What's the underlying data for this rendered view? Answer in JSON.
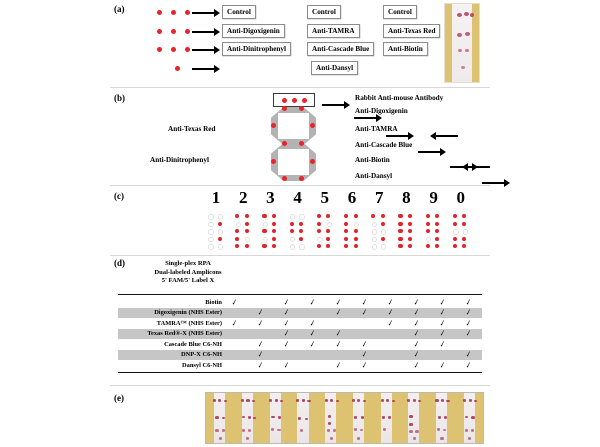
{
  "figure": {
    "panels": [
      "a",
      "b",
      "c",
      "d",
      "e"
    ]
  },
  "panel_a": {
    "label": "(a)",
    "dot_rows": [
      3,
      3,
      3,
      1
    ],
    "column1": [
      "Control",
      "Anti-Digoxigenin",
      "Anti-Dinitrophenyl"
    ],
    "column2": [
      "Control",
      "Anti-TAMRA",
      "Anti-Cascade Blue",
      "Anti-Dansyl"
    ],
    "column3": [
      "Control",
      "Anti-Texas Red",
      "Anti-Biotin"
    ],
    "strip_caption": ""
  },
  "panel_b": {
    "label": "(b)",
    "top_box_dots": 3,
    "right_labels": [
      "Rabbit Anti-mouse Antibody",
      "Anti-Digoxigenin",
      "Anti-TAMRA",
      "Anti-Cascade Blue",
      "Anti-Biotin",
      "Anti-Dansyl"
    ],
    "left_labels": [
      "Anti-Texas Red",
      "Anti-Dinitrophenyl"
    ]
  },
  "panel_c": {
    "label": "(c)",
    "digits": [
      "1",
      "2",
      "3",
      "4",
      "5",
      "6",
      "7",
      "8",
      "9",
      "0"
    ],
    "segment_names": [
      "top",
      "top-left",
      "top-right",
      "middle",
      "bottom-left",
      "bottom-right",
      "bottom"
    ],
    "segment_map": {
      "1": [
        "top-right",
        "bottom-right"
      ],
      "2": [
        "top",
        "top-right",
        "middle",
        "bottom-left",
        "bottom"
      ],
      "3": [
        "top",
        "top-right",
        "middle",
        "bottom-right",
        "bottom"
      ],
      "4": [
        "top-left",
        "top-right",
        "middle",
        "bottom-right"
      ],
      "5": [
        "top",
        "top-left",
        "middle",
        "bottom-right",
        "bottom"
      ],
      "6": [
        "top",
        "top-left",
        "middle",
        "bottom-left",
        "bottom-right",
        "bottom"
      ],
      "7": [
        "top",
        "top-right",
        "bottom-right"
      ],
      "8": [
        "top",
        "top-left",
        "top-right",
        "middle",
        "bottom-left",
        "bottom-right",
        "bottom"
      ],
      "9": [
        "top",
        "top-left",
        "top-right",
        "middle",
        "bottom-right",
        "bottom"
      ],
      "0": [
        "top",
        "top-left",
        "top-right",
        "bottom-left",
        "bottom-right",
        "bottom"
      ]
    }
  },
  "panel_d": {
    "label": "(d)",
    "header_lines": [
      "Single-plex RPA",
      "Dual-labeled Amplicons",
      "5' FAM/5' Label X"
    ],
    "check_glyph": "✓",
    "columns": [
      "1",
      "2",
      "3",
      "4",
      "5",
      "6",
      "7",
      "8",
      "9",
      "10"
    ],
    "rows": [
      {
        "label": "Biotin",
        "shaded": false,
        "checks": [
          1,
          0,
          1,
          1,
          1,
          1,
          1,
          1,
          1,
          1
        ]
      },
      {
        "label": "Digoxigenin (NHS Ester)",
        "shaded": true,
        "checks": [
          0,
          1,
          1,
          0,
          1,
          1,
          1,
          1,
          1,
          1
        ]
      },
      {
        "label": "TAMRA™ (NHS Ester)",
        "shaded": false,
        "checks": [
          1,
          1,
          1,
          1,
          0,
          0,
          1,
          1,
          1,
          1
        ]
      },
      {
        "label": "Texas Red®-X (NHS Ester)",
        "shaded": true,
        "checks": [
          0,
          0,
          1,
          1,
          1,
          0,
          0,
          1,
          1,
          1
        ]
      },
      {
        "label": "Cascade Blue C6-NH",
        "shaded": false,
        "checks": [
          0,
          1,
          1,
          1,
          1,
          1,
          0,
          1,
          1,
          0
        ]
      },
      {
        "label": "DNP-X C6-NH",
        "shaded": true,
        "checks": [
          0,
          1,
          0,
          0,
          0,
          1,
          0,
          1,
          0,
          1
        ]
      },
      {
        "label": "Dansyl C6-NH",
        "shaded": false,
        "checks": [
          0,
          1,
          1,
          0,
          1,
          1,
          0,
          1,
          1,
          1
        ]
      }
    ]
  },
  "panel_e": {
    "label": "(e)",
    "strip_count": 10,
    "caption": ""
  },
  "colors": {
    "dot_red": "#e8232a",
    "segment_gray": "#b3b3b3",
    "row_shade": "#c6c6c6",
    "pad_yellow": "#ddc271",
    "strip_spot": "#a8324f"
  }
}
